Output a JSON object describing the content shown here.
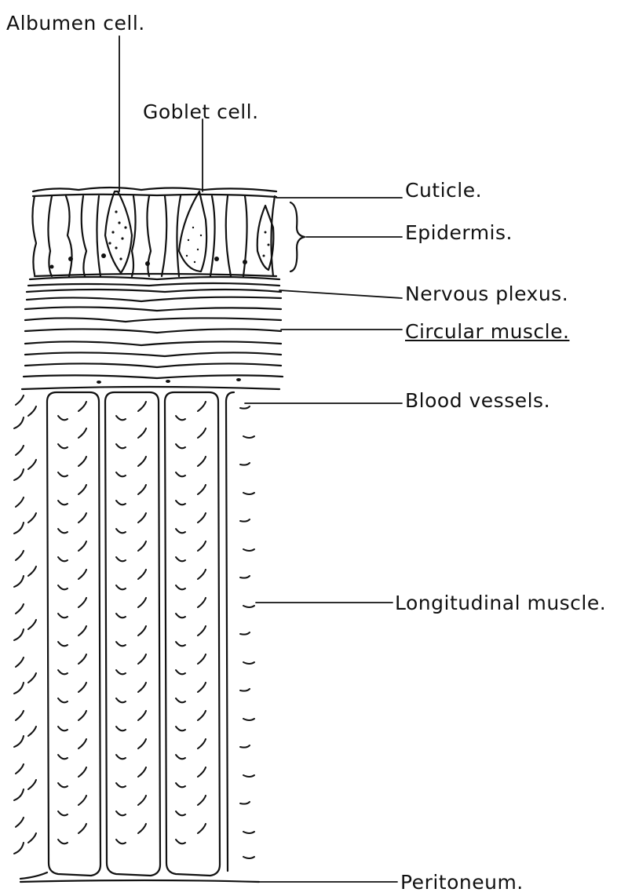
{
  "labels": {
    "albumen_cell": "Albumen cell.",
    "goblet_cell": "Goblet cell.",
    "cuticle": "Cuticle.",
    "epidermis": "Epidermis.",
    "nervous_plexus": "Nervous plexus.",
    "circular_muscle": "Circular muscle.",
    "blood_vessels": "Blood vessels.",
    "longitudinal_muscle": "Longitudinal muscle.",
    "peritoneum": "Peritoneum."
  },
  "colors": {
    "ink": "#111111",
    "background": "#ffffff"
  }
}
